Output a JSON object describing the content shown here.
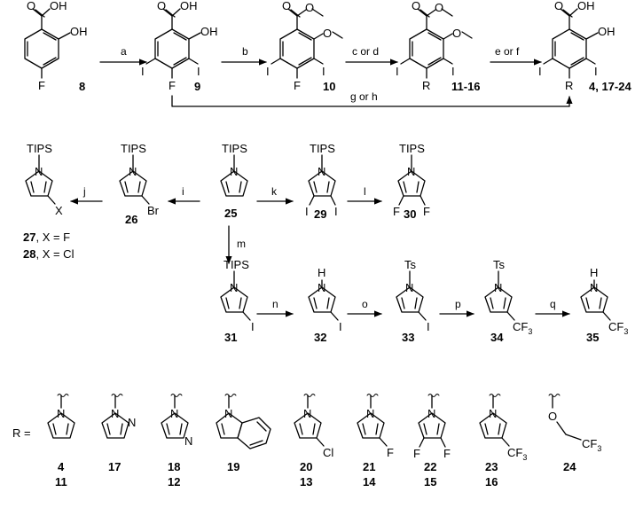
{
  "compounds": {
    "c8": "8",
    "c9": "9",
    "c10": "10",
    "c11_16": "11-16",
    "c4_17_24": "4, 17-24",
    "c25": "25",
    "c26": "26",
    "c27": "27",
    "c28": "28",
    "c29": "29",
    "c30": "30",
    "c31": "31",
    "c32": "32",
    "c33": "33",
    "c34": "34",
    "c35": "35",
    "r4": "4",
    "r11": "11",
    "r17": "17",
    "r18": "18",
    "r12": "12",
    "r19": "19",
    "r20": "20",
    "r13": "13",
    "r21": "21",
    "r14": "14",
    "r22": "22",
    "r15": "15",
    "r23": "23",
    "r16": "16",
    "r24": "24"
  },
  "conditions": {
    "a": "a",
    "b": "b",
    "c_or_d": "c or d",
    "e_or_f": "e or f",
    "g_or_h": "g or h",
    "i": "i",
    "j": "j",
    "k": "k",
    "l": "l",
    "m": "m",
    "n": "n",
    "o": "o",
    "p": "p",
    "q": "q"
  },
  "atoms": {
    "oh": "OH",
    "o": "O",
    "f": "F",
    "i": "I",
    "r": "R",
    "n": "N",
    "h": "H",
    "br": "Br",
    "x": "X",
    "cl": "Cl",
    "cf": "CF",
    "three": "3",
    "tips": "TIPS",
    "ts": "Ts",
    "eq": "R ="
  },
  "legend": {
    "x_f_suffix": ", X = F",
    "x_cl_suffix": ", X = Cl"
  }
}
